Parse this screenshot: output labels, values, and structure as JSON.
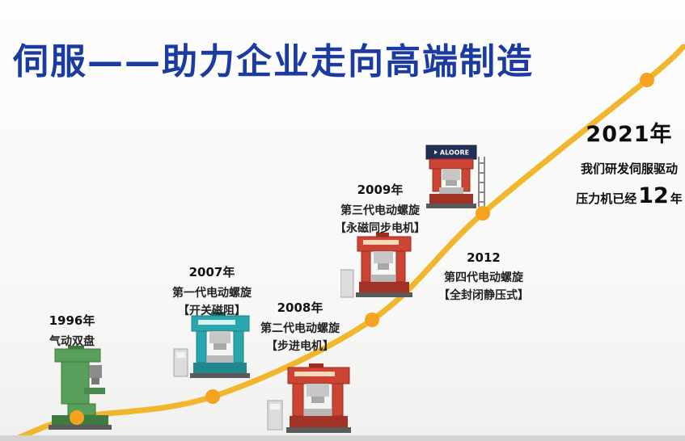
{
  "title": "伺服——助力企业走向高端制造",
  "brand": "ALOORE",
  "milestones": [
    {
      "year": "1996年",
      "name": "气动双盘",
      "detail": ""
    },
    {
      "year": "2007年",
      "name": "第一代电动螺旋",
      "detail": "【开关磁阻】"
    },
    {
      "year": "2008年",
      "name": "第二代电动螺旋",
      "detail": "【步进电机】"
    },
    {
      "year": "2009年",
      "name": "第三代电动螺旋",
      "detail": "【永磁同步电机】"
    },
    {
      "year": "2012",
      "name": "第四代电动螺旋",
      "detail": "【全封闭静压式】"
    }
  ],
  "finale": {
    "year": "2021年",
    "line1": "我们研发伺服驱动",
    "line2_prefix": "压力机已经",
    "line2_number": "12",
    "line2_suffix": "年"
  },
  "colors": {
    "title_blue": "#1b3ba1",
    "curve_gold": "#f0b62c",
    "dot_orange": "#f5a31f",
    "machine_green": "#58a05a",
    "machine_teal": "#2aa7ad",
    "machine_red": "#cc4433",
    "machine_navy": "#232f57"
  }
}
